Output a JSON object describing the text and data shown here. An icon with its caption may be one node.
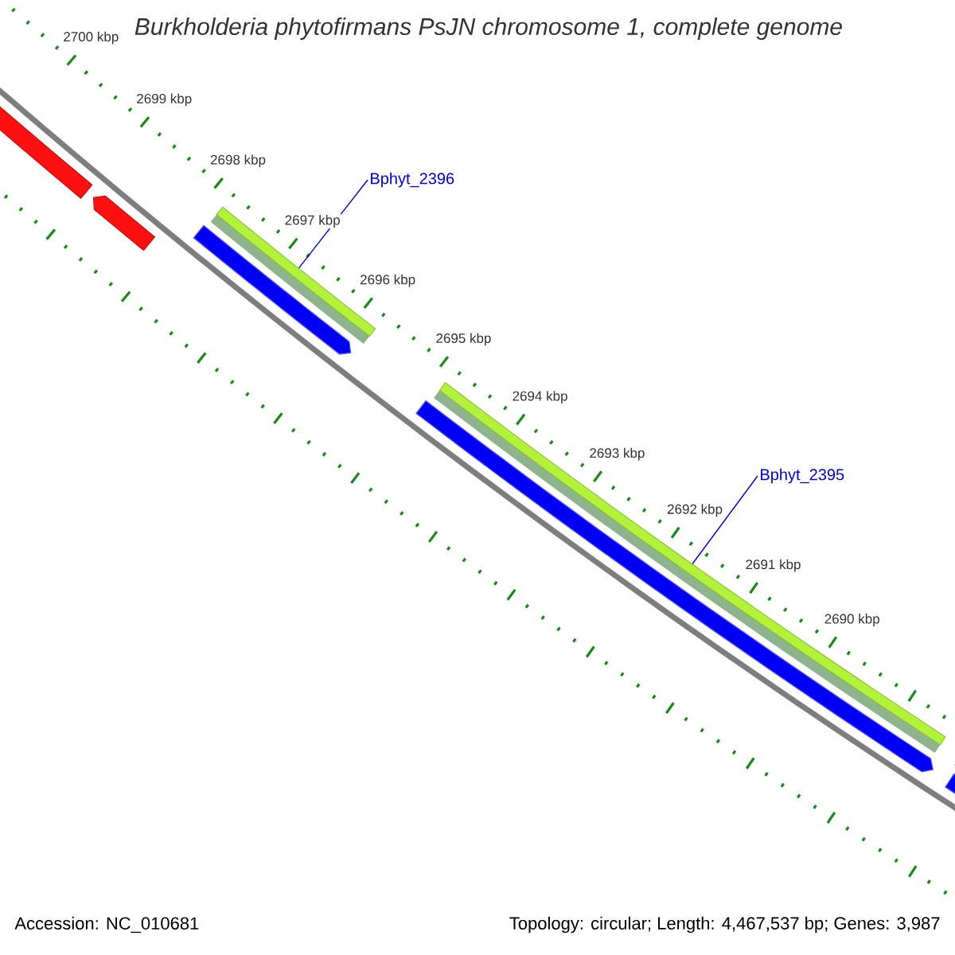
{
  "diagram": {
    "title": "Burkholderia phytofirmans PsJN chromosome 1, complete genome",
    "nodes": [
      {
        "text": [
          "Bphyt_2396"
        ]
      },
      {
        "text": [],
        "shape": "bar"
      },
      {
        "text": [
          "Bphyt_2395"
        ]
      },
      {
        "text": [],
        "shape": "bar"
      }
    ],
    "edges": [
      {
        "from": 0,
        "to": 1,
        "arrow": "none"
      },
      {
        "from": 2,
        "to": 3,
        "arrow": "none"
      }
    ],
    "labels": [
      "2700 kbp",
      "2699 kbp",
      "2698 kbp",
      "2697 kbp",
      "2696 kbp",
      "2695 kbp",
      "2694 kbp",
      "2693 kbp",
      "2692 kbp",
      "2691 kbp",
      "2690 kbp",
      "Accession: NC_010681",
      "Topology: circular; Length: 4,467,537 bp; Genes: 3,987"
    ]
  }
}
